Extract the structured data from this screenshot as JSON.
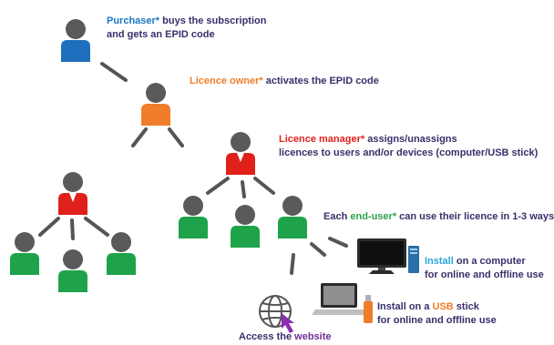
{
  "colors": {
    "head": "#5a5a5a",
    "connector": "#555555",
    "purchaser": "#1e6fbd",
    "owner": "#f07d2a",
    "manager": "#e0201b",
    "enduser": "#1ea34a",
    "usb": "#f07d2a",
    "cursor": "#8b2fb0"
  },
  "labels": {
    "purchaser": {
      "key": "Purchaser*",
      "rest": " buys the subscription",
      "line2": "and gets an EPID code"
    },
    "owner": {
      "key": "Licence owner*",
      "rest": " activates the EPID code"
    },
    "manager": {
      "key": "Licence manager*",
      "rest": " assigns/unassigns",
      "line2": "licences to users and/or devices (computer/USB stick)"
    },
    "enduser": {
      "prefix": "Each ",
      "key": "end-user*",
      "rest": " can use their licence in 1-3 ways"
    },
    "computer": {
      "key": "Install",
      "rest": " on a computer",
      "line2": "for online and offline use"
    },
    "usb": {
      "prefix": "Install on a ",
      "key": "USB",
      "rest": " stick",
      "line2": "for online and offline use"
    },
    "website": {
      "prefix": "Access the ",
      "key": "website"
    }
  },
  "icons": [
    "person-icon",
    "desktop-computer-icon",
    "laptop-icon",
    "usb-stick-icon",
    "globe-icon",
    "cursor-arrow-icon"
  ]
}
